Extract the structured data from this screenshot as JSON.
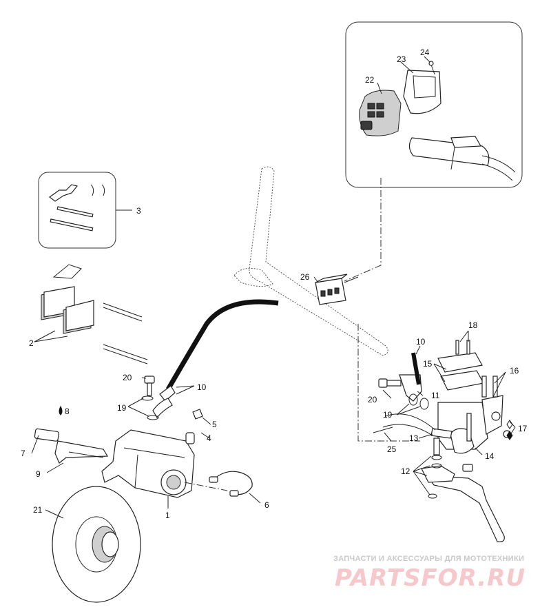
{
  "diagram": {
    "callouts": [
      "1",
      "2",
      "3",
      "4",
      "5",
      "6",
      "7",
      "8",
      "9",
      "10",
      "10",
      "11",
      "12",
      "13",
      "14",
      "15",
      "16",
      "17",
      "18",
      "19",
      "19",
      "20",
      "20",
      "21",
      "22",
      "23",
      "24",
      "25",
      "26"
    ]
  },
  "watermark": {
    "caption": "ЗАПЧАСТИ И АКСЕССУАРЫ ДЛЯ МОТОТЕХНИКИ",
    "logo": "PARTSFOR.RU"
  }
}
